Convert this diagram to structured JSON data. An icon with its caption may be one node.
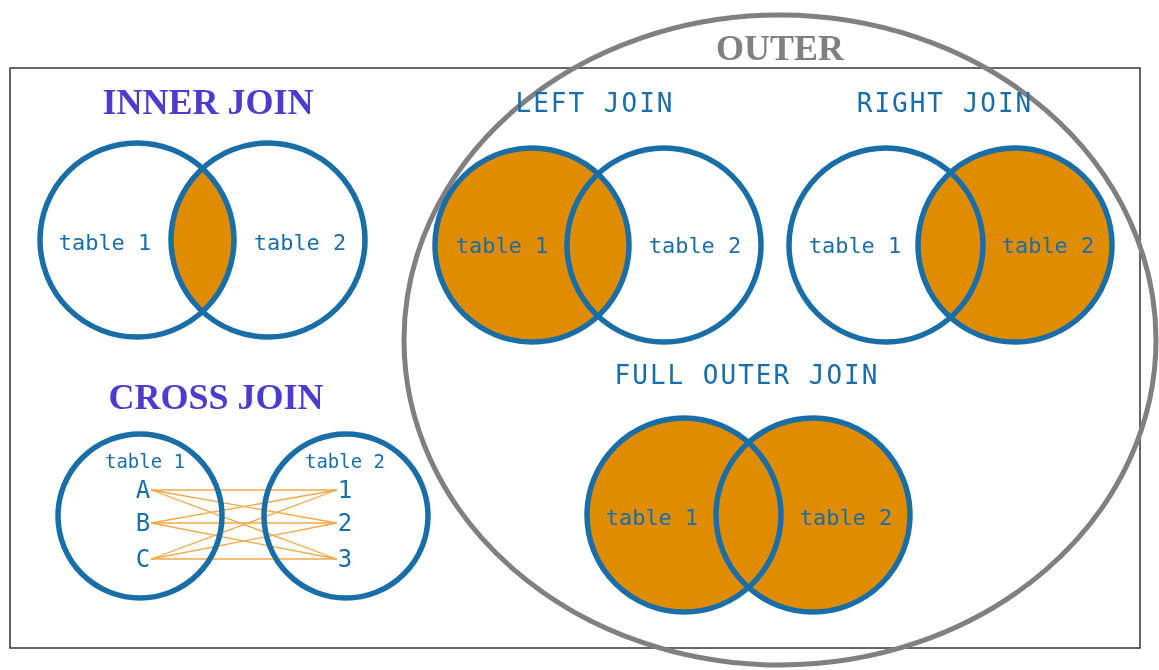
{
  "diagram": {
    "nodes": [
      {
        "text": [
          "table 1"
        ]
      },
      {
        "text": [
          "table 2"
        ]
      },
      {
        "text": [
          "table 1"
        ]
      },
      {
        "text": [
          "A"
        ],
        "in": 2
      },
      {
        "text": [
          "B"
        ],
        "in": 2
      },
      {
        "text": [
          "C"
        ],
        "in": 2
      },
      {
        "text": [
          "table 2"
        ]
      },
      {
        "text": [
          "1"
        ],
        "in": 6
      },
      {
        "text": [
          "2"
        ],
        "in": 6
      },
      {
        "text": [
          "3"
        ],
        "in": 6
      },
      {
        "text": [
          "OUTER"
        ]
      },
      {
        "text": [
          "table 1"
        ],
        "in": 10
      },
      {
        "text": [
          "table 2"
        ],
        "in": 10
      },
      {
        "text": [
          "table 1"
        ],
        "in": 10
      },
      {
        "text": [
          "table 2"
        ],
        "in": 10
      },
      {
        "text": [
          "table 1"
        ],
        "in": 10
      },
      {
        "text": [
          "table 2"
        ],
        "in": 10
      }
    ],
    "edges": [
      {
        "from": 3,
        "to": 7,
        "arrow": "none"
      },
      {
        "from": 3,
        "to": 8,
        "arrow": "none"
      },
      {
        "from": 3,
        "to": 9,
        "arrow": "none"
      },
      {
        "from": 4,
        "to": 7,
        "arrow": "none"
      },
      {
        "from": 4,
        "to": 8,
        "arrow": "none"
      },
      {
        "from": 4,
        "to": 9,
        "arrow": "none"
      },
      {
        "from": 5,
        "to": 7,
        "arrow": "none"
      },
      {
        "from": 5,
        "to": 8,
        "arrow": "none"
      },
      {
        "from": 5,
        "to": 9,
        "arrow": "none"
      }
    ],
    "labels": [
      "INNER JOIN",
      "LEFT JOIN",
      "RIGHT JOIN",
      "FULL OUTER JOIN",
      "CROSS JOIN"
    ]
  }
}
